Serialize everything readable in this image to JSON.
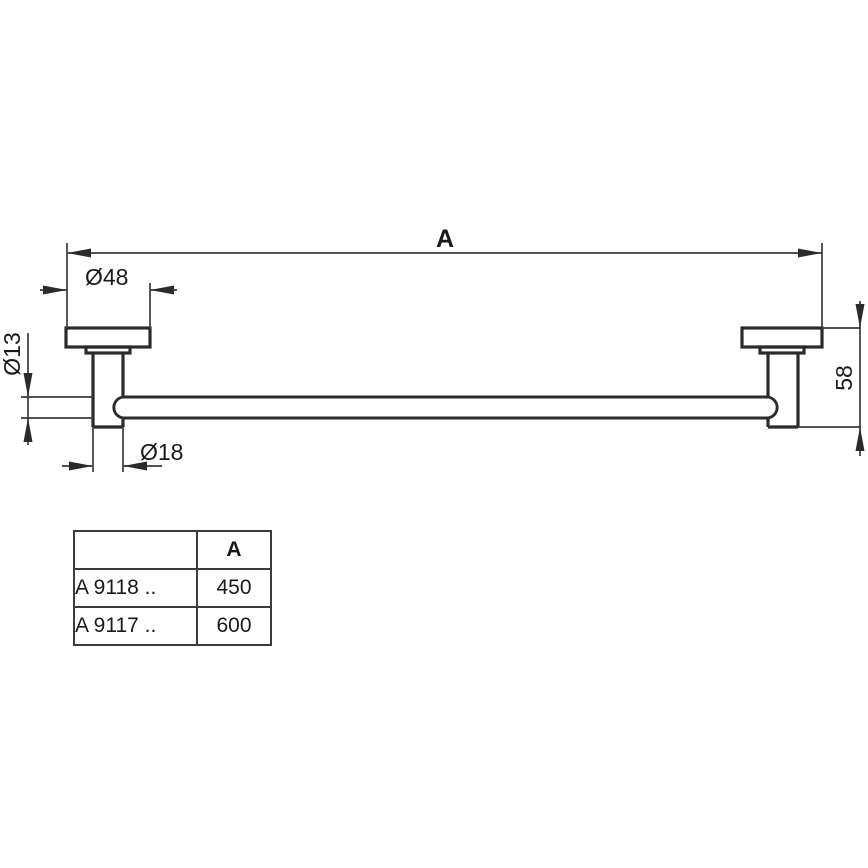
{
  "drawing": {
    "title": "towel-bar-technical-drawing",
    "dimensions": {
      "overall_length_label": "A",
      "plate_diameter_label": "Ø48",
      "rail_diameter_label": "Ø13",
      "post_diameter_label": "Ø18",
      "wall_offset_label": "58"
    }
  },
  "table": {
    "header_model": "",
    "header_a": "A",
    "rows": [
      {
        "model": "A 9118 ..",
        "a": "450"
      },
      {
        "model": "A 9117 ..",
        "a": "600"
      }
    ]
  },
  "colors": {
    "outline": "#2b2b2b",
    "dimension_line": "#3a3a3a",
    "text": "#1a1a1a",
    "background": "#ffffff"
  }
}
